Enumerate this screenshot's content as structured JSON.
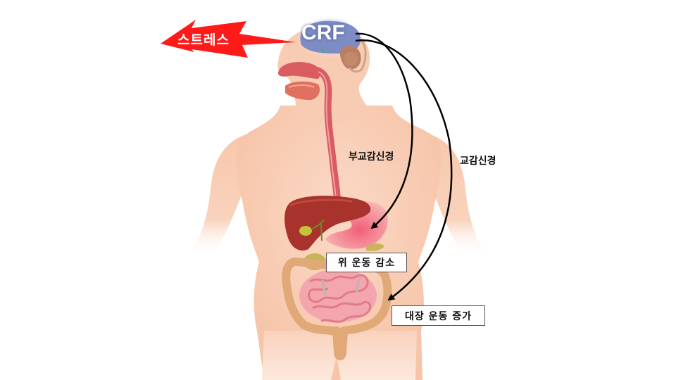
{
  "diagram": {
    "stress_label": "스트레스",
    "hormone_label": "CRF",
    "nerves": {
      "parasympathetic": "부교감신경",
      "sympathetic": "교감신경"
    },
    "effects": {
      "stomach": "위 운동 감소",
      "colon": "대장 운동 증가"
    },
    "colors": {
      "stress_bolt": "#ff1a1a",
      "skin": "#f9cdb3",
      "esophagus": "#d9585e",
      "liver": "#a8322c",
      "stomach": "#f3a3a6",
      "intestine": "#f2a6ad",
      "colon": "#e8b58a",
      "brain": "#7d8cc4",
      "arrows": "#000000"
    }
  }
}
